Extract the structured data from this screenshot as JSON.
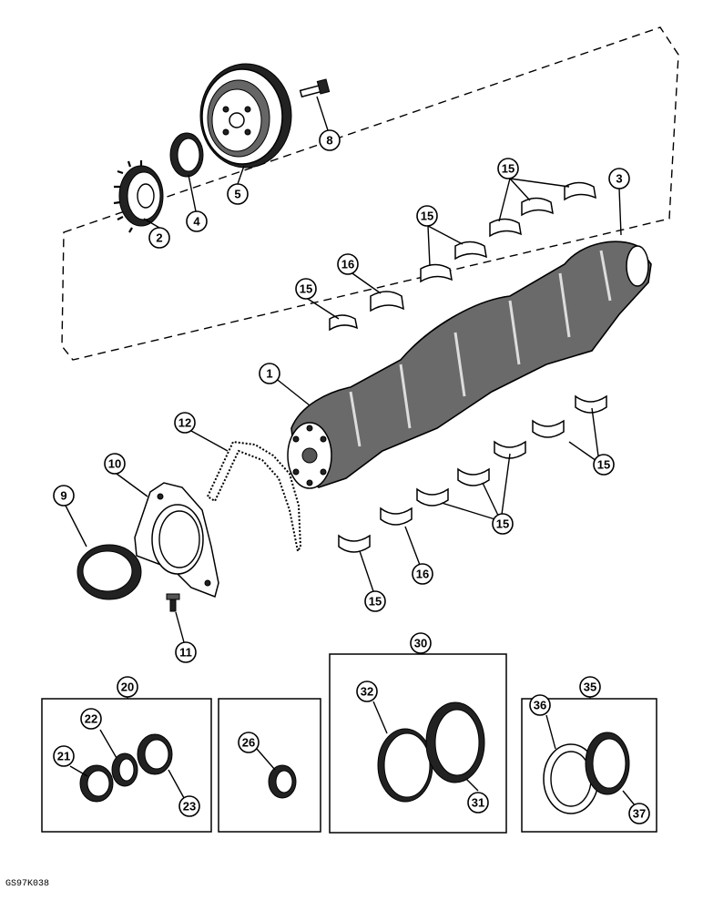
{
  "callouts": {
    "c1": "1",
    "c2": "2",
    "c3": "3",
    "c4": "4",
    "c5": "5",
    "c8": "8",
    "c9": "9",
    "c10": "10",
    "c11": "11",
    "c12": "12",
    "c15a": "15",
    "c15b": "15",
    "c15c": "15",
    "c15d": "15",
    "c15e": "15",
    "c16a": "16",
    "c16b": "16",
    "c20": "20",
    "c21": "21",
    "c22": "22",
    "c23": "23",
    "c26": "26",
    "c30": "30",
    "c31": "31",
    "c32": "32",
    "c35": "35",
    "c36": "36",
    "c37": "37"
  },
  "figure_id": "GS97K038"
}
